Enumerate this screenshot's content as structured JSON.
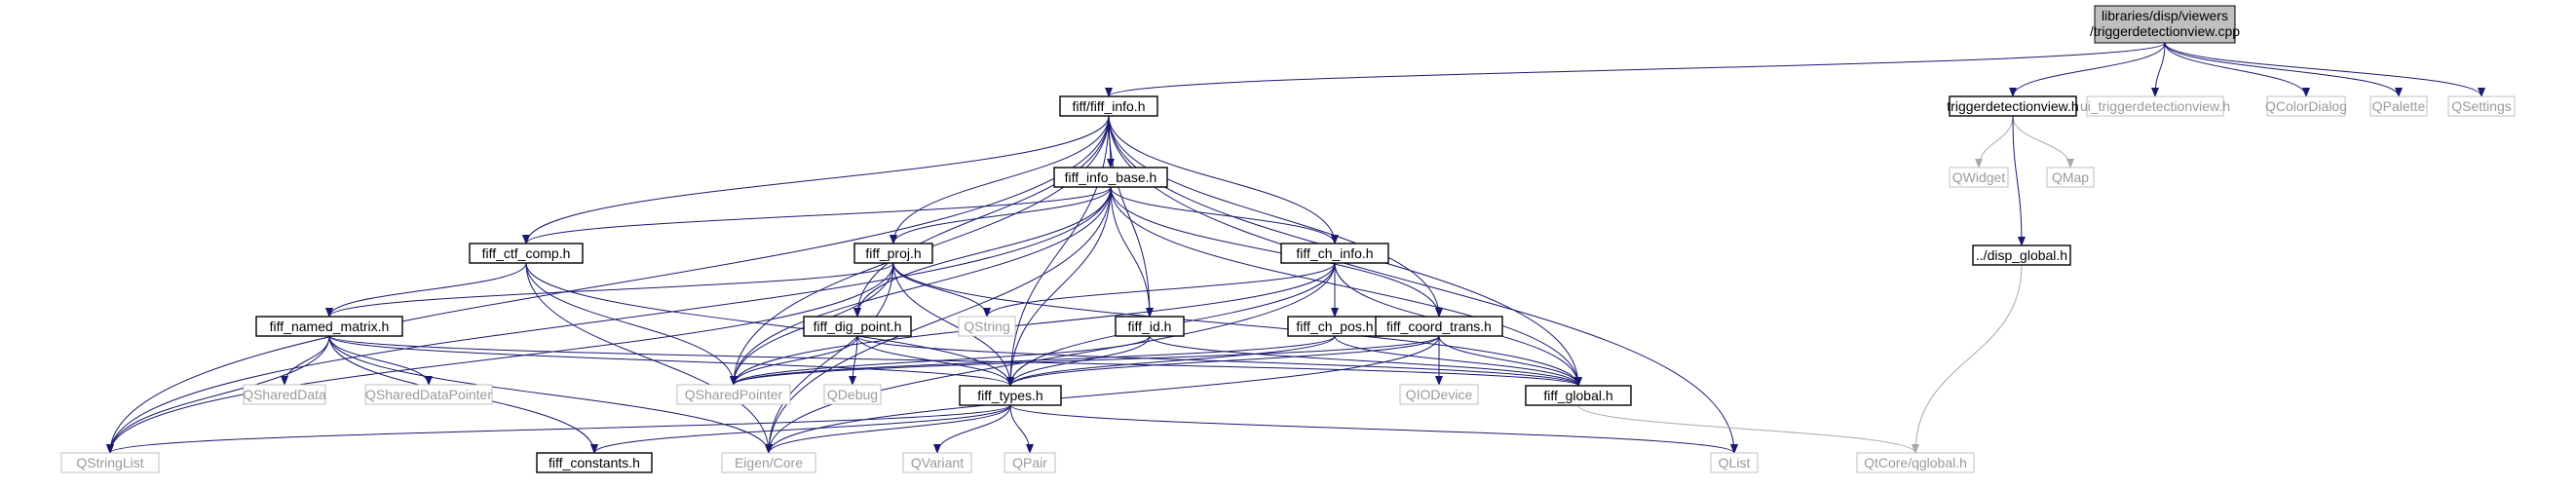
{
  "graph": {
    "root": {
      "line1": "libraries/disp/viewers",
      "line2": "/triggerdetectionview.cpp"
    },
    "nodes": [
      {
        "id": "fiff_info",
        "label": "fiff/fiff_info.h",
        "kind": "file"
      },
      {
        "id": "trigview",
        "label": "triggerdetectionview.h",
        "kind": "file"
      },
      {
        "id": "ui_trig",
        "label": "ui_triggerdetectionview.h",
        "kind": "external"
      },
      {
        "id": "qcolordialog",
        "label": "QColorDialog",
        "kind": "external"
      },
      {
        "id": "qpalette",
        "label": "QPalette",
        "kind": "external"
      },
      {
        "id": "qsettings",
        "label": "QSettings",
        "kind": "external"
      },
      {
        "id": "fiff_info_base",
        "label": "fiff_info_base.h",
        "kind": "file"
      },
      {
        "id": "qwidget",
        "label": "QWidget",
        "kind": "external"
      },
      {
        "id": "qmap",
        "label": "QMap",
        "kind": "external"
      },
      {
        "id": "fiff_ctf_comp",
        "label": "fiff_ctf_comp.h",
        "kind": "file"
      },
      {
        "id": "fiff_proj",
        "label": "fiff_proj.h",
        "kind": "file"
      },
      {
        "id": "fiff_ch_info",
        "label": "fiff_ch_info.h",
        "kind": "file"
      },
      {
        "id": "disp_global",
        "label": "../disp_global.h",
        "kind": "file"
      },
      {
        "id": "fiff_named_matrix",
        "label": "fiff_named_matrix.h",
        "kind": "file"
      },
      {
        "id": "fiff_dig_point",
        "label": "fiff_dig_point.h",
        "kind": "file"
      },
      {
        "id": "qstring",
        "label": "QString",
        "kind": "external"
      },
      {
        "id": "fiff_id",
        "label": "fiff_id.h",
        "kind": "file"
      },
      {
        "id": "fiff_ch_pos",
        "label": "fiff_ch_pos.h",
        "kind": "file"
      },
      {
        "id": "fiff_coord_trans",
        "label": "fiff_coord_trans.h",
        "kind": "file"
      },
      {
        "id": "qshareddata",
        "label": "QSharedData",
        "kind": "external"
      },
      {
        "id": "qshareddatapointer",
        "label": "QSharedDataPointer",
        "kind": "external"
      },
      {
        "id": "qsharedpointer",
        "label": "QSharedPointer",
        "kind": "external"
      },
      {
        "id": "qdebug",
        "label": "QDebug",
        "kind": "external"
      },
      {
        "id": "fiff_types",
        "label": "fiff_types.h",
        "kind": "file"
      },
      {
        "id": "qiodevice",
        "label": "QIODevice",
        "kind": "external"
      },
      {
        "id": "fiff_global",
        "label": "fiff_global.h",
        "kind": "file"
      },
      {
        "id": "qstringlist",
        "label": "QStringList",
        "kind": "external"
      },
      {
        "id": "fiff_constants",
        "label": "fiff_constants.h",
        "kind": "file"
      },
      {
        "id": "eigen_core",
        "label": "Eigen/Core",
        "kind": "external"
      },
      {
        "id": "qvariant",
        "label": "QVariant",
        "kind": "external"
      },
      {
        "id": "qpair",
        "label": "QPair",
        "kind": "external"
      },
      {
        "id": "qlist",
        "label": "QList",
        "kind": "external"
      },
      {
        "id": "qtcore_qglobal",
        "label": "QtCore/qglobal.h",
        "kind": "external"
      }
    ],
    "edges": [
      [
        "root",
        "fiff_info"
      ],
      [
        "root",
        "trigview"
      ],
      [
        "root",
        "ui_trig"
      ],
      [
        "root",
        "qcolordialog"
      ],
      [
        "root",
        "qpalette"
      ],
      [
        "root",
        "qsettings"
      ],
      [
        "fiff_info",
        "fiff_info_base"
      ],
      [
        "fiff_info",
        "fiff_ctf_comp"
      ],
      [
        "fiff_info",
        "fiff_proj"
      ],
      [
        "fiff_info",
        "fiff_ch_info"
      ],
      [
        "fiff_info",
        "fiff_dig_point"
      ],
      [
        "fiff_info",
        "fiff_id"
      ],
      [
        "fiff_info",
        "fiff_coord_trans"
      ],
      [
        "fiff_info",
        "fiff_types"
      ],
      [
        "fiff_info",
        "fiff_global"
      ],
      [
        "fiff_info",
        "qsharedpointer"
      ],
      [
        "fiff_info",
        "qstringlist"
      ],
      [
        "fiff_info",
        "qlist"
      ],
      [
        "trigview",
        "qwidget"
      ],
      [
        "trigview",
        "qmap"
      ],
      [
        "trigview",
        "disp_global"
      ],
      [
        "disp_global",
        "qtcore_qglobal"
      ],
      [
        "fiff_info_base",
        "fiff_ctf_comp"
      ],
      [
        "fiff_info_base",
        "fiff_proj"
      ],
      [
        "fiff_info_base",
        "fiff_ch_info"
      ],
      [
        "fiff_info_base",
        "fiff_dig_point"
      ],
      [
        "fiff_info_base",
        "fiff_id"
      ],
      [
        "fiff_info_base",
        "fiff_coord_trans"
      ],
      [
        "fiff_info_base",
        "fiff_types"
      ],
      [
        "fiff_info_base",
        "fiff_global"
      ],
      [
        "fiff_info_base",
        "qsharedpointer"
      ],
      [
        "fiff_info_base",
        "qstringlist"
      ],
      [
        "fiff_info_base",
        "eigen_core"
      ],
      [
        "fiff_ctf_comp",
        "fiff_named_matrix"
      ],
      [
        "fiff_ctf_comp",
        "fiff_types"
      ],
      [
        "fiff_ctf_comp",
        "qsharedpointer"
      ],
      [
        "fiff_ctf_comp",
        "eigen_core"
      ],
      [
        "fiff_proj",
        "fiff_named_matrix"
      ],
      [
        "fiff_proj",
        "fiff_types"
      ],
      [
        "fiff_proj",
        "fiff_global"
      ],
      [
        "fiff_proj",
        "qstring"
      ],
      [
        "fiff_proj",
        "qsharedpointer"
      ],
      [
        "fiff_proj",
        "qstringlist"
      ],
      [
        "fiff_proj",
        "eigen_core"
      ],
      [
        "fiff_ch_info",
        "fiff_ch_pos"
      ],
      [
        "fiff_ch_info",
        "fiff_types"
      ],
      [
        "fiff_ch_info",
        "fiff_global"
      ],
      [
        "fiff_ch_info",
        "qstring"
      ],
      [
        "fiff_ch_info",
        "qsharedpointer"
      ],
      [
        "fiff_ch_info",
        "eigen_core"
      ],
      [
        "fiff_named_matrix",
        "fiff_types"
      ],
      [
        "fiff_named_matrix",
        "fiff_global"
      ],
      [
        "fiff_named_matrix",
        "qshareddata"
      ],
      [
        "fiff_named_matrix",
        "qshareddatapointer"
      ],
      [
        "fiff_named_matrix",
        "qstringlist"
      ],
      [
        "fiff_named_matrix",
        "eigen_core"
      ],
      [
        "fiff_named_matrix",
        "fiff_constants"
      ],
      [
        "fiff_dig_point",
        "fiff_types"
      ],
      [
        "fiff_dig_point",
        "fiff_global"
      ],
      [
        "fiff_dig_point",
        "qsharedpointer"
      ],
      [
        "fiff_dig_point",
        "qdebug"
      ],
      [
        "fiff_id",
        "fiff_types"
      ],
      [
        "fiff_id",
        "fiff_global"
      ],
      [
        "fiff_id",
        "qsharedpointer"
      ],
      [
        "fiff_ch_pos",
        "fiff_types"
      ],
      [
        "fiff_ch_pos",
        "fiff_global"
      ],
      [
        "fiff_ch_pos",
        "qsharedpointer"
      ],
      [
        "fiff_coord_trans",
        "fiff_types"
      ],
      [
        "fiff_coord_trans",
        "fiff_global"
      ],
      [
        "fiff_coord_trans",
        "qiodevice"
      ],
      [
        "fiff_coord_trans",
        "qsharedpointer"
      ],
      [
        "fiff_coord_trans",
        "eigen_core"
      ],
      [
        "fiff_types",
        "fiff_constants"
      ],
      [
        "fiff_types",
        "eigen_core"
      ],
      [
        "fiff_types",
        "qvariant"
      ],
      [
        "fiff_types",
        "qpair"
      ],
      [
        "fiff_types",
        "qlist"
      ],
      [
        "fiff_types",
        "qstringlist"
      ],
      [
        "fiff_global",
        "qtcore_qglobal"
      ]
    ],
    "colors": {
      "edge": "#191970",
      "edge_external": "#a9a9a9",
      "node_border": "#000000",
      "external_border": "#bfbfbf",
      "external_text": "#9a9a9a",
      "root_fill": "#bfbfbf"
    }
  }
}
